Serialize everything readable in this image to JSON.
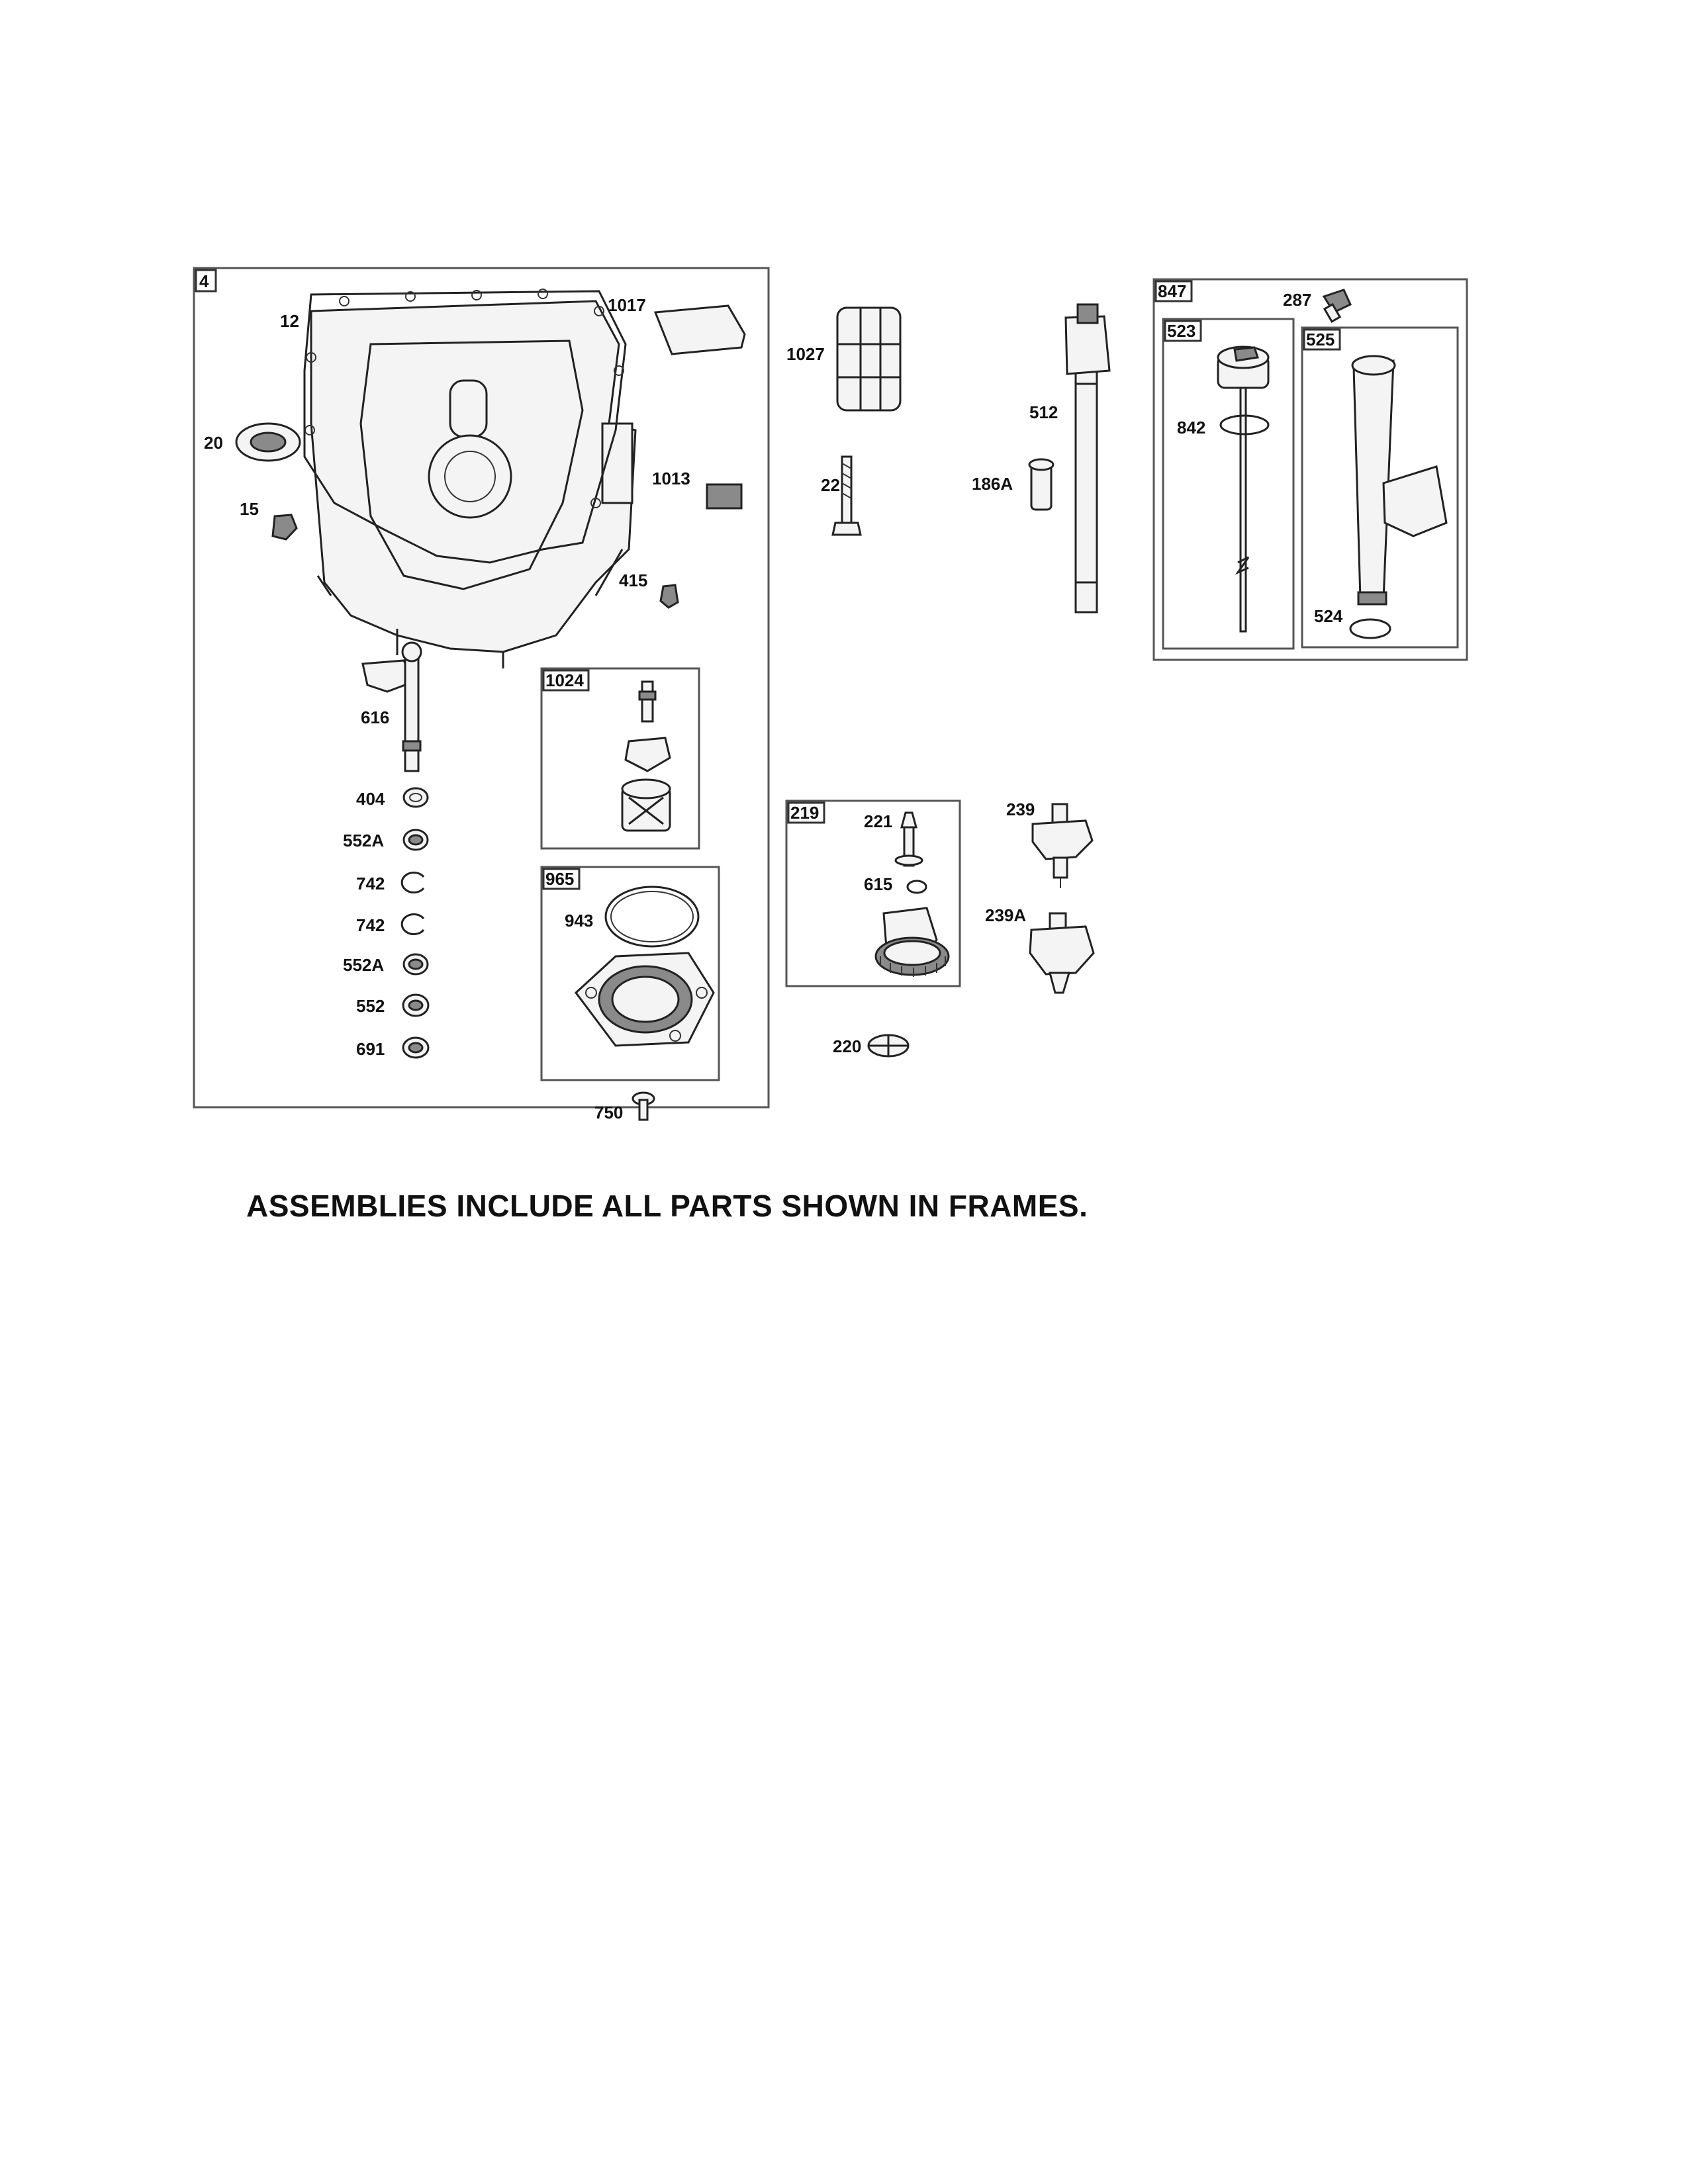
{
  "frames": {
    "f4": "4",
    "f847": "847",
    "f523": "523",
    "f525": "525",
    "f1024": "1024",
    "f965": "965",
    "f219": "219"
  },
  "labels": {
    "p12": "12",
    "p1017": "1017",
    "p20": "20",
    "p15": "15",
    "p1013": "1013",
    "p415": "415",
    "p616": "616",
    "p404": "404",
    "p552A_1": "552A",
    "p742_1": "742",
    "p742_2": "742",
    "p552A_2": "552A",
    "p552": "552",
    "p691": "691",
    "p943": "943",
    "p750": "750",
    "p1027": "1027",
    "p22": "22",
    "p512": "512",
    "p186A": "186A",
    "p287": "287",
    "p842": "842",
    "p524": "524",
    "p221": "221",
    "p615": "615",
    "p220": "220",
    "p239": "239",
    "p239A": "239A"
  },
  "caption": "ASSEMBLIES INCLUDE ALL PARTS SHOWN IN FRAMES."
}
